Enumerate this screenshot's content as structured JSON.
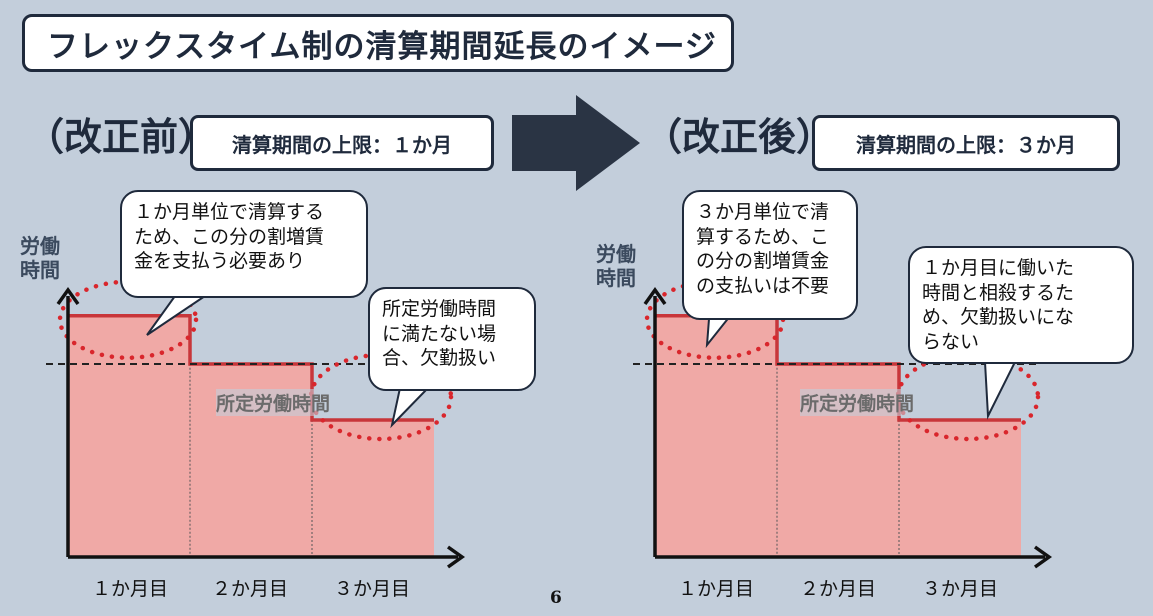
{
  "title": "フレックスタイム制の清算期間延長のイメージ",
  "before": {
    "heading": "（改正前）",
    "limit": "清算期間の上限：１か月",
    "ylabel": "労働\n時間",
    "bubble1": "１か月単位で清算する\nため、この分の割増賃\n金を支払う必要あり",
    "bubble2": "所定労働時間\nに満たない場\n合、欠勤扱い",
    "standard_label": "所定労働時間",
    "months": [
      "１か月目",
      "２か月目",
      "３か月目"
    ]
  },
  "after": {
    "heading": "（改正後）",
    "limit": "清算期間の上限：３か月",
    "ylabel": "労働\n時間",
    "bubble1": "３か月単位で清\n算するため、こ\nの分の割増賃金\nの支払いは不要",
    "bubble2": "１か月目に働いた\n時間と相殺するた\nめ、欠勤扱いにな\nらない",
    "standard_label": "所定労働時間",
    "months": [
      "１か月目",
      "２か月目",
      "３か月目"
    ]
  },
  "page_number": "6",
  "colors": {
    "background": "#c3cedb",
    "bar_fill": "#f0a9a6",
    "bar_edge": "#c8363a",
    "dots": "#d9262c",
    "navy": "#1f2a3c"
  },
  "chart_data": [
    {
      "type": "bar",
      "categories": [
        "１か月目",
        "２か月目",
        "３か月目"
      ],
      "values": [
        1.25,
        1.0,
        0.71
      ],
      "reference_line": 1.0,
      "reference_label": "所定労働時間",
      "ylabel": "労働時間",
      "ylim": [
        0,
        1.6
      ]
    },
    {
      "type": "bar",
      "categories": [
        "１か月目",
        "２か月目",
        "３か月目"
      ],
      "values": [
        1.25,
        1.0,
        0.71
      ],
      "reference_line": 1.0,
      "reference_label": "所定労働時間",
      "ylabel": "労働時間",
      "ylim": [
        0,
        1.6
      ]
    }
  ]
}
